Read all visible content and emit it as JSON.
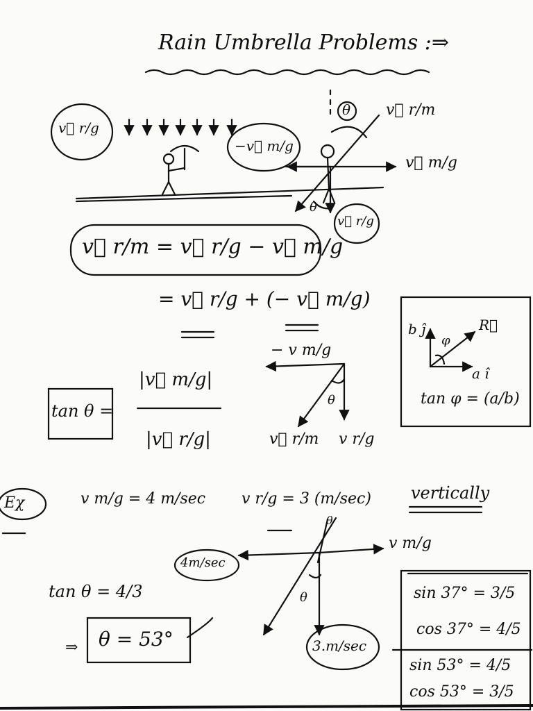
{
  "title": "Rain Umbrella Problems :⇒",
  "labels": {
    "v_rg": "v⃗ r/g",
    "v_rm": "v⃗ r/m",
    "neg_v_mg": "−v⃗ m/g",
    "v_mg": "v⃗ m/g",
    "theta": "θ",
    "theta_circled": "θ"
  },
  "equations": {
    "relative": "v⃗ r/m = v⃗ r/g − v⃗ m/g",
    "sum": "= v⃗ r/g + (− v⃗ m/g)",
    "tan_lhs": "tan θ =",
    "tan_num": "|v⃗ m/g|",
    "tan_den": "|v⃗ r/g|"
  },
  "triangle": {
    "top": "− v m/g",
    "left": "v⃗ r/m",
    "right": "v r/g",
    "angle": "θ"
  },
  "side_box": {
    "b_label": "b ĵ",
    "r_label": "R⃗",
    "a_label": "a î",
    "phi": "φ",
    "formula": "tan φ = (a/b)"
  },
  "example": {
    "tag": "Eχ",
    "given1": "v m/g = 4 m/sec",
    "given2": "v r/g = 3 (m/sec)",
    "given3": "vertically",
    "left_arrow": "4m/sec",
    "right_arrow": "v m/g",
    "down_arrow": "3.m/sec",
    "theta_top": "θ",
    "theta_mid": "θ",
    "tan_result": "tan θ = 4/3",
    "answer": "θ = 53°"
  },
  "trig_box": {
    "sin37": "sin 37° = 3/5",
    "cos37": "cos 37° = 4/5",
    "sin53": "sin 53° = 4/5",
    "cos53": "cos 53° = 3/5"
  }
}
